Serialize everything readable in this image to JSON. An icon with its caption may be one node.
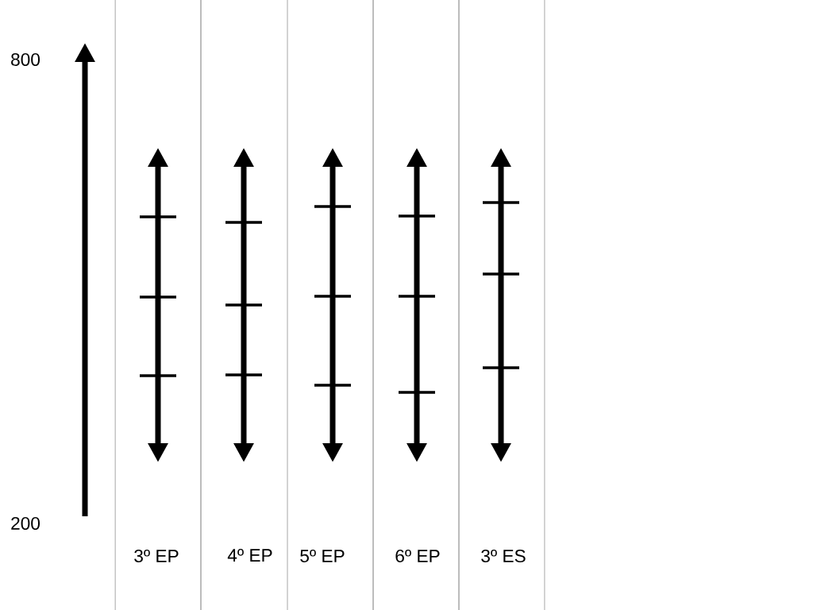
{
  "diagram": {
    "labels": [
      "800",
      "200",
      "3º EP",
      "4º EP",
      "5º EP",
      "6º EP",
      "3º ES"
    ]
  }
}
